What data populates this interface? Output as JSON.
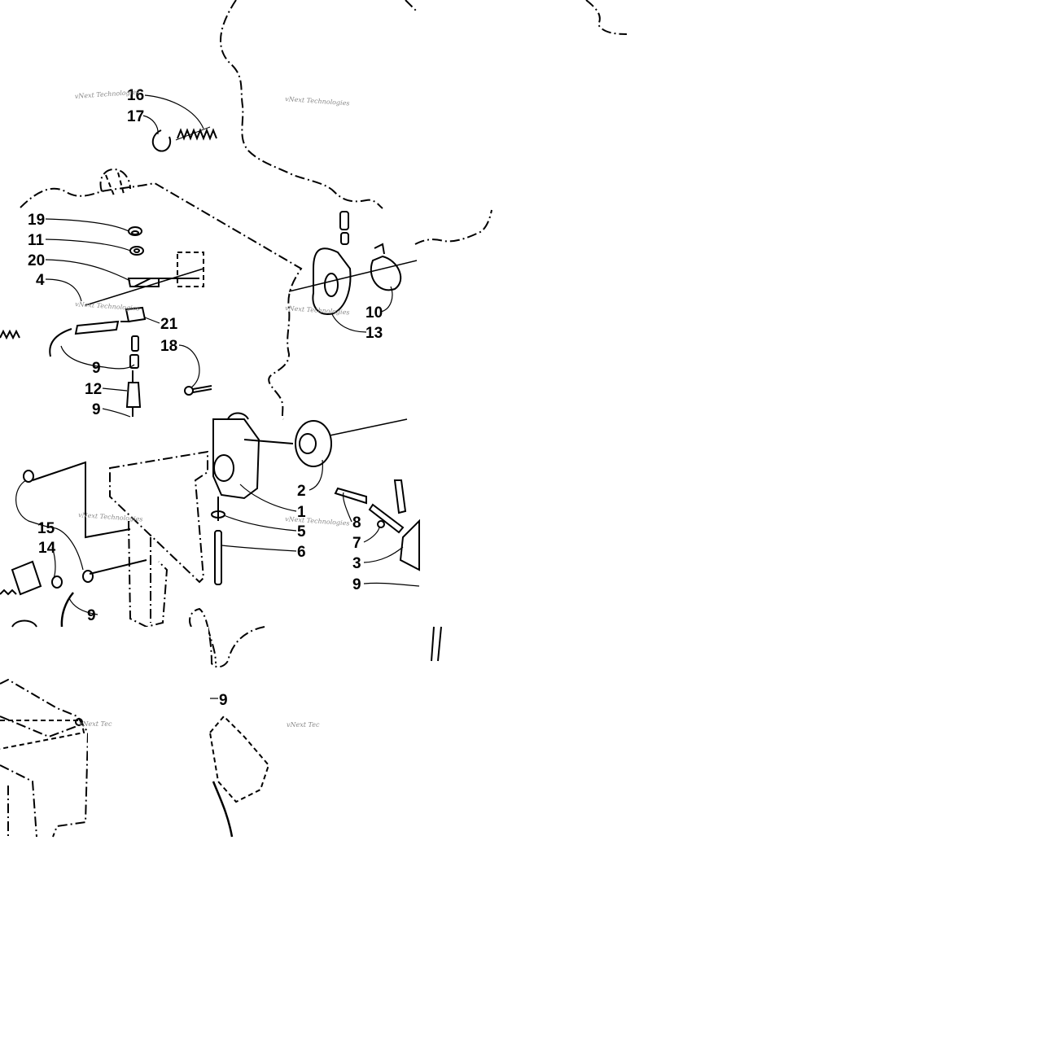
{
  "diagram": {
    "callouts": [
      "16",
      "17",
      "19",
      "11",
      "20",
      "4",
      "21",
      "9",
      "18",
      "12",
      "9",
      "10",
      "13",
      "2",
      "1",
      "5",
      "6",
      "8",
      "7",
      "3",
      "9",
      "15",
      "14",
      "9",
      "9"
    ],
    "watermark": "vNext Technologies",
    "watermark_clipped": "vNext Tec",
    "colors": {
      "line": "#000000",
      "background": "#ffffff",
      "watermark": "#8a8a8a"
    }
  }
}
